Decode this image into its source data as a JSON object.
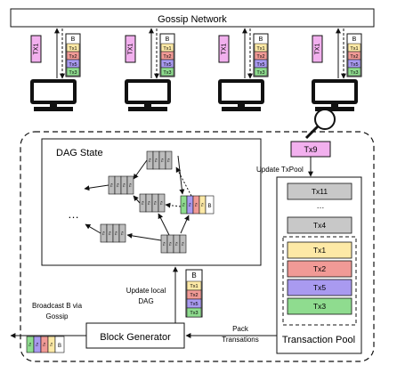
{
  "gossip_network_label": "Gossip Network",
  "nodes": [
    {
      "tx_label": "TX1",
      "block_label": "B",
      "rows": [
        "Tx1",
        "Tx2",
        "Tx5",
        "Tx3"
      ]
    },
    {
      "tx_label": "TX1",
      "block_label": "B",
      "rows": [
        "Tx1",
        "Tx2",
        "Tx5",
        "Tx3"
      ]
    },
    {
      "tx_label": "TX1",
      "block_label": "B",
      "rows": [
        "Tx1",
        "Tx2",
        "Tx5",
        "Tx3"
      ]
    },
    {
      "tx_label": "TX1",
      "block_label": "B",
      "rows": [
        "Tx1",
        "Tx2",
        "Tx5",
        "Tx3"
      ]
    }
  ],
  "dag_state_title": "DAG State",
  "dag_ellipsis": "…",
  "new_tx": "Tx9",
  "update_txpool_label": "Update TxPool",
  "pool_top": [
    "Tx11"
  ],
  "pool_ellipsis": "…",
  "pool_mid": [
    "Tx4"
  ],
  "pool_selected": [
    "Tx1",
    "Tx2",
    "Tx5",
    "Tx3"
  ],
  "transaction_pool_label": "Transaction Pool",
  "pack_label": [
    "Pack",
    "Transations"
  ],
  "block_generator_label": "Block Generator",
  "update_dag_label": [
    "Update local",
    "DAG"
  ],
  "generated_block": {
    "label": "B",
    "rows": [
      "Tx1",
      "Tx2",
      "Tx5",
      "Tx3"
    ]
  },
  "broadcast_label": [
    "Broadcast B via",
    "Gossip"
  ],
  "colors": {
    "tx1": "#fde9a6",
    "tx2": "#f19a96",
    "tx5": "#a99af0",
    "tx3": "#8fdc8f",
    "tx9": "#f2b0ee",
    "gray_box": "#c8c8c8",
    "dag_block": "#bdbdbd"
  }
}
